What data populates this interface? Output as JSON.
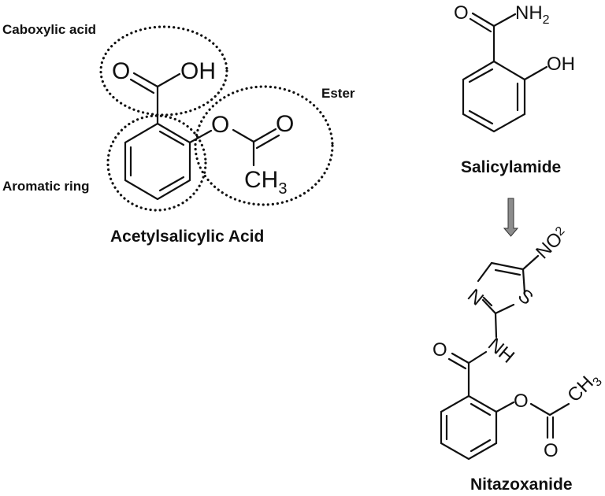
{
  "diagram": {
    "molecules": [
      {
        "name": "Acetylsalicylic Acid",
        "atoms": {
          "carbonyl_o": "O",
          "hydroxyl": "OH",
          "ester_o": "O",
          "ester_carbonyl_o": "O",
          "methyl": "CH",
          "methyl_sub": "3"
        },
        "regions": [
          {
            "label": "Caboxylic acid"
          },
          {
            "label": "Aromatic ring"
          },
          {
            "label": "Ester"
          }
        ]
      },
      {
        "name": "Salicylamide",
        "atoms": {
          "carbonyl_o": "O",
          "amine": "NH",
          "amine_sub": "2",
          "hydroxyl": "OH"
        }
      },
      {
        "name": "Nitazoxanide",
        "atoms": {
          "nitro": "NO",
          "nitro_sub": "2",
          "thiazole_n": "N",
          "thiazole_s": "S",
          "amide_nh": "NH",
          "carbonyl_o": "O",
          "ester_o": "O",
          "ester_carbonyl_o": "O",
          "methyl": "CH",
          "methyl_sub": "3"
        }
      }
    ],
    "arrow": {
      "from": "Salicylamide",
      "to": "Nitazoxanide",
      "color": "#8c8c8c"
    }
  }
}
